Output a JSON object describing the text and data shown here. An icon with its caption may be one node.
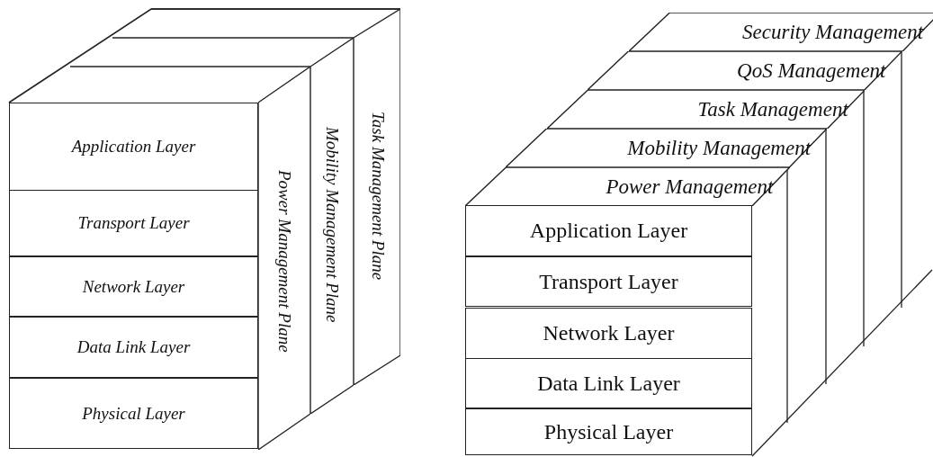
{
  "diagram": {
    "nodes": [
      {
        "text": [
          "Application Layer"
        ]
      },
      {
        "text": [
          "Transport Layer"
        ]
      },
      {
        "text": [
          "Network Layer"
        ]
      },
      {
        "text": [
          "Data Link Layer"
        ]
      },
      {
        "text": [
          "Physical Layer"
        ]
      },
      {
        "text": [
          "Power Management Plane"
        ]
      },
      {
        "text": [
          "Mobility Management Plane"
        ]
      },
      {
        "text": [
          "Task Management Plane"
        ]
      },
      {
        "text": [
          "Security Management"
        ]
      },
      {
        "text": [
          "QoS Management"
        ]
      },
      {
        "text": [
          "Task Management"
        ]
      },
      {
        "text": [
          "Mobility Management"
        ]
      },
      {
        "text": [
          "Power Management"
        ]
      },
      {
        "text": [
          "Application Layer"
        ]
      },
      {
        "text": [
          "Transport Layer"
        ]
      },
      {
        "text": [
          "Network Layer"
        ]
      },
      {
        "text": [
          "Data Link Layer"
        ]
      },
      {
        "text": [
          "Physical Layer"
        ]
      }
    ]
  }
}
